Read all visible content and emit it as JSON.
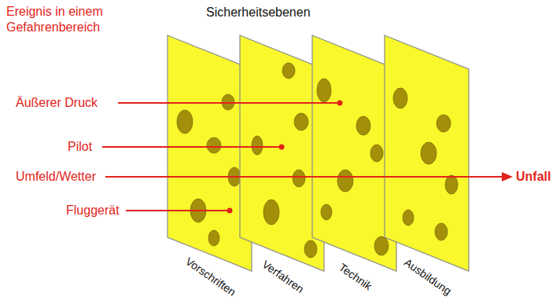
{
  "diagram": {
    "title": "Sicherheitsebenen",
    "nodes": [
      {
        "text": [
          "Vorschriften"
        ]
      },
      {
        "text": [
          "Verfahren"
        ]
      },
      {
        "text": [
          "Technik"
        ]
      },
      {
        "text": [
          "Ausbildung"
        ]
      }
    ],
    "labels": [
      "Ereignis in einem Gefahrenbereich",
      "Äußerer Druck",
      "Pilot",
      "Umfeld/Wetter",
      "Fluggerät",
      "Unfall"
    ]
  }
}
